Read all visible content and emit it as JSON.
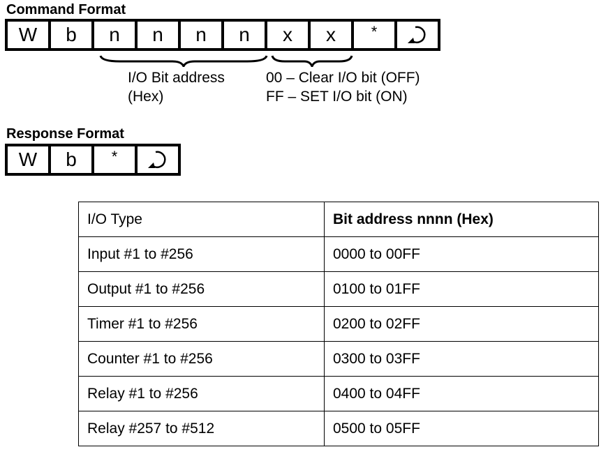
{
  "command": {
    "title": "Command Format",
    "cells": [
      "W",
      "b",
      "n",
      "n",
      "n",
      "n",
      "x",
      "x",
      "*"
    ],
    "terminator_icon": "carriage-return-icon",
    "address_note": [
      "I/O Bit address",
      "(Hex)"
    ],
    "value_note": [
      "00 – Clear I/O bit (OFF)",
      "FF – SET I/O bit (ON)"
    ]
  },
  "response": {
    "title": "Response Format",
    "cells": [
      "W",
      "b",
      "*"
    ],
    "terminator_icon": "carriage-return-icon"
  },
  "table": {
    "headers": [
      "I/O Type",
      "Bit address nnnn (Hex)"
    ],
    "rows": [
      [
        "Input #1 to #256",
        "0000 to 00FF"
      ],
      [
        "Output #1 to #256",
        "0100 to 01FF"
      ],
      [
        "Timer #1 to #256",
        "0200 to 02FF"
      ],
      [
        "Counter #1 to #256",
        "0300 to 03FF"
      ],
      [
        "Relay #1 to #256",
        "0400 to 04FF"
      ],
      [
        "Relay #257 to #512",
        "0500 to 05FF"
      ]
    ]
  }
}
